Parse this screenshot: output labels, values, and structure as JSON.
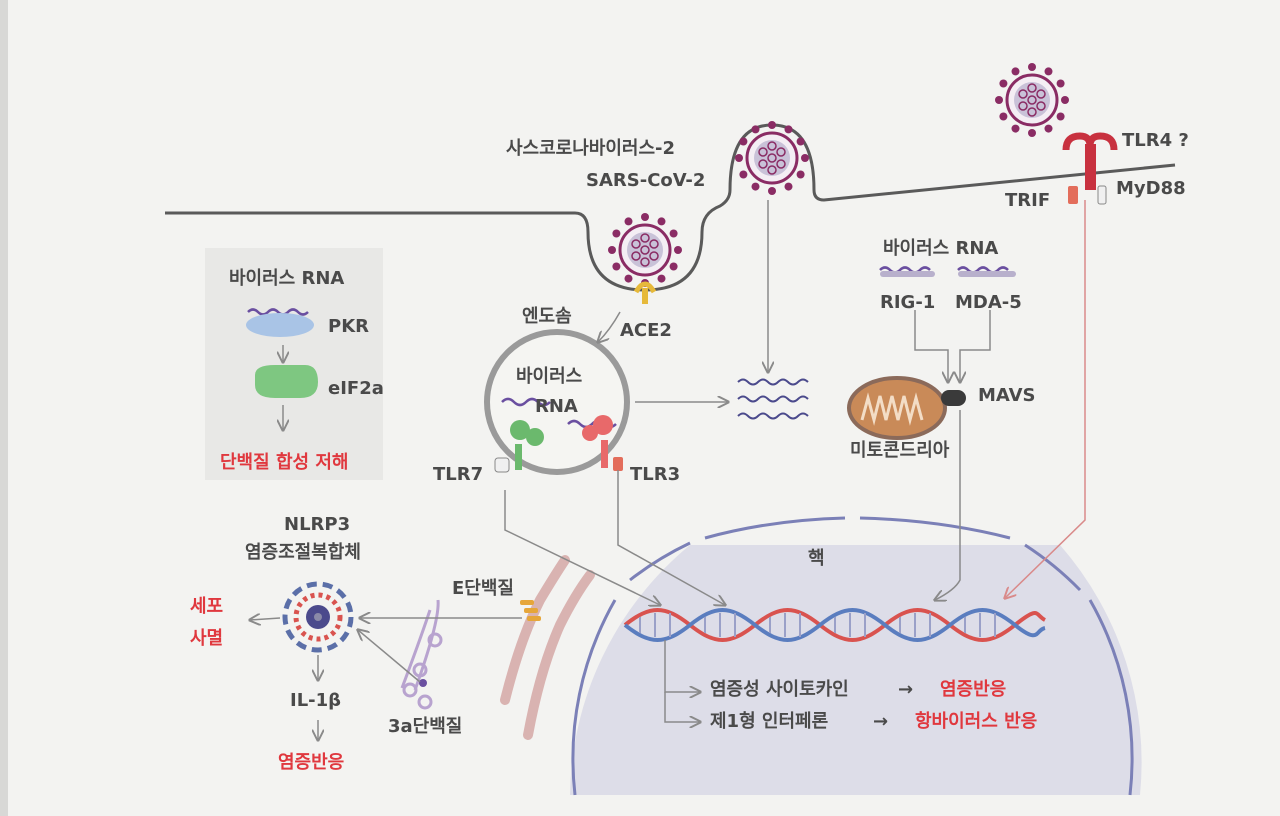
{
  "labels": {
    "virus_name_kr": "사스코로나바이러스-2",
    "virus_name_en": "SARS-CoV-2",
    "tlr4": "TLR4 ?",
    "trif": "TRIF",
    "myd88": "MyD88",
    "ace2": "ACE2",
    "endosome": "엔도솜",
    "endosome_rna_line1": "바이러스",
    "endosome_rna_line2": "RNA",
    "tlr7": "TLR7",
    "tlr3": "TLR3",
    "cyto_rna": "바이러스 RNA",
    "rig1": "RIG-1",
    "mda5": "MDA-5",
    "mavs": "MAVS",
    "mitochondria": "미토콘드리아",
    "nucleus": "핵",
    "pkr_box_title": "바이러스 RNA",
    "pkr": "PKR",
    "eif2a": "eIF2a",
    "protein_inhibition": "단백질 합성 저해",
    "nlrp3_line1": "NLRP3",
    "nlrp3_line2": "염증조절복합체",
    "apoptosis_line1": "세포",
    "apoptosis_line2": "사멸",
    "e_protein": "E단백질",
    "protein_3a": "3a단백질",
    "il1b": "IL-1β",
    "inflammation_left": "염증반응",
    "cytokine": "염증성 사이토카인",
    "inflammation_right": "염증반응",
    "interferon": "제1형 인터페론",
    "antiviral": "항바이러스 반응",
    "arrow": "→"
  },
  "colors": {
    "virus": "#8a2c64",
    "virus_core": "#c9c2d8",
    "tlr_red": "#e0383e",
    "tlr7_green": "#6bb96d",
    "membrane": "#5a5a5a",
    "nucleus_fill": "#dddde8",
    "nucleus_edge": "#7b80b7",
    "dna_red": "#d9534f",
    "dna_blue": "#5a7dbf",
    "highlight_red": "#e0383e",
    "text": "#4a4a4a"
  }
}
